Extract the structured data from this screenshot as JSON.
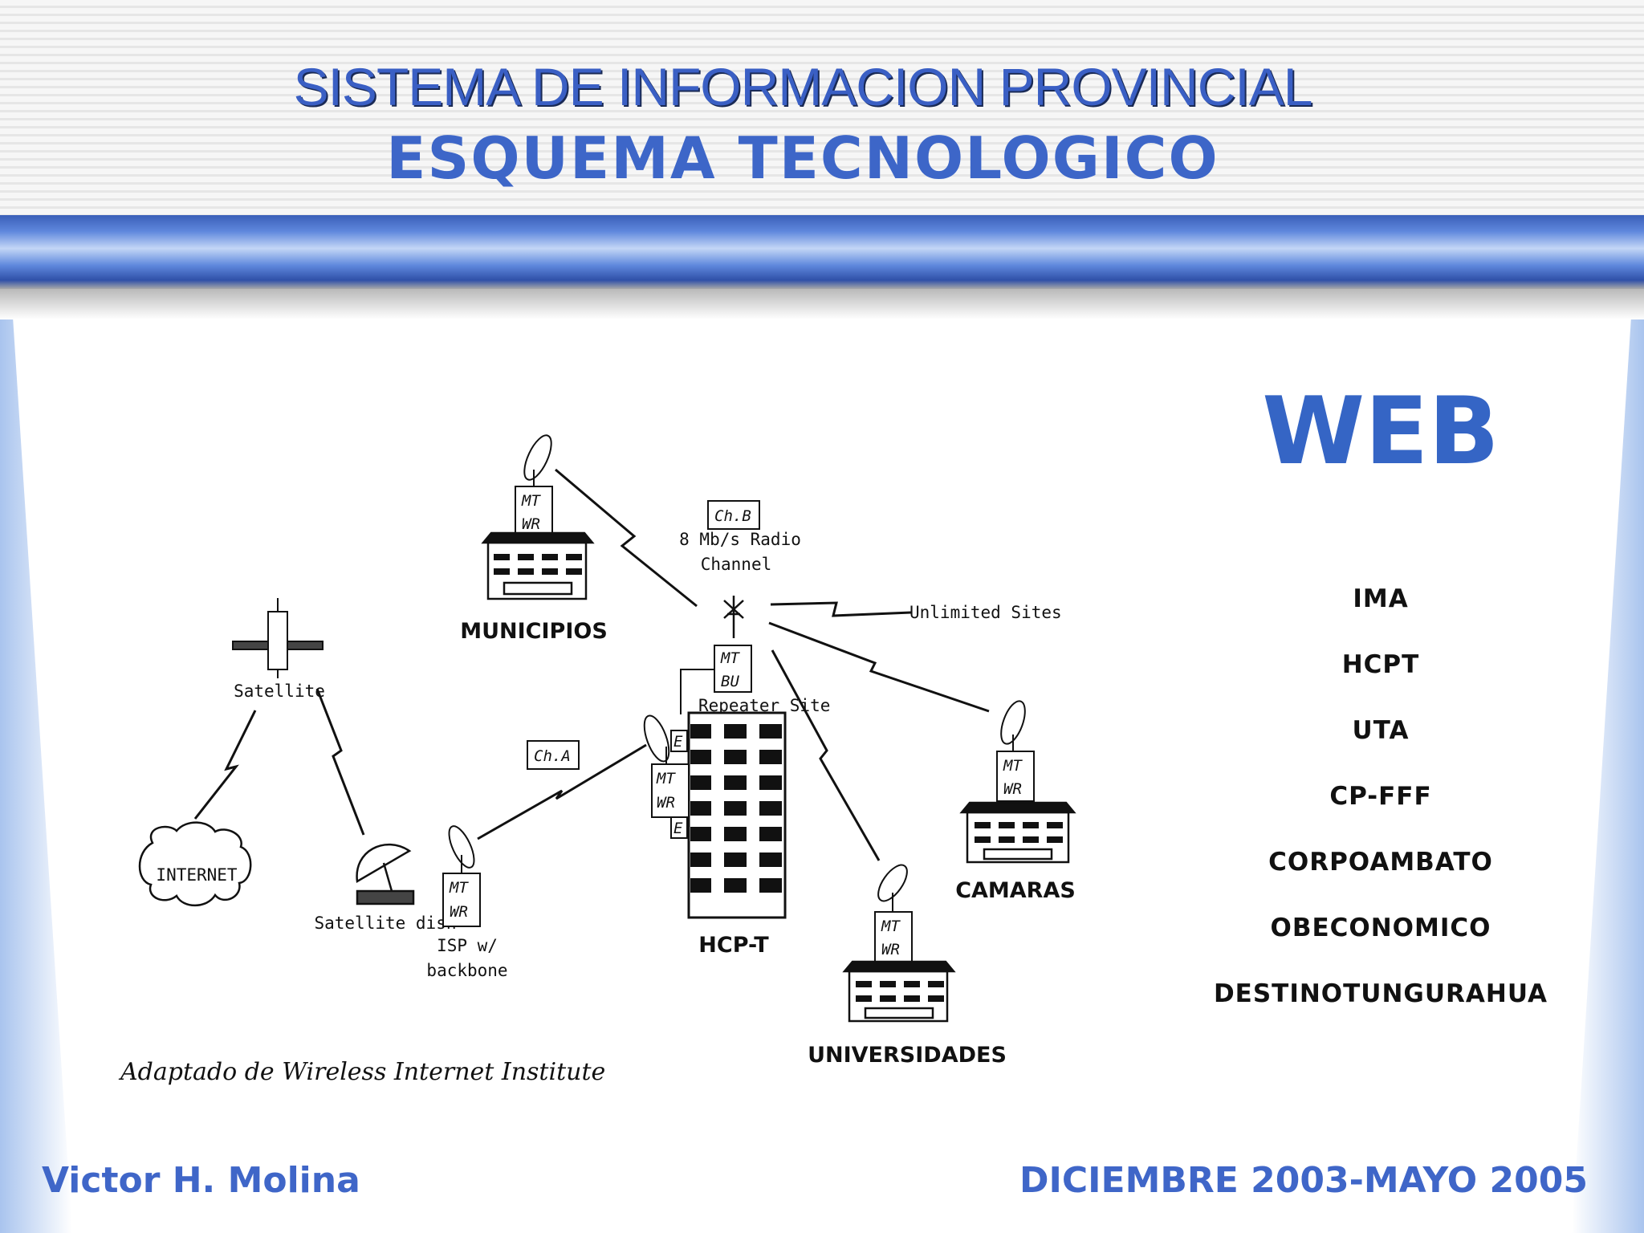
{
  "header": {
    "title": "SISTEMA DE INFORMACION PROVINCIAL",
    "subtitle": "ESQUEMA TECNOLOGICO"
  },
  "web_panel": {
    "heading": "WEB",
    "sites": [
      "IMA",
      "HCPT",
      "UTA",
      "CP-FFF",
      "CORPOAMBATO",
      "OBECONOMICO",
      "DESTINOTUNGURAHUA"
    ]
  },
  "diagram": {
    "satellite": "Satellite",
    "internet": "INTERNET",
    "satellite_dish": "Satellite dish",
    "isp_line1": "ISP w/",
    "isp_line2": "backbone",
    "ch_a": "Ch.A",
    "ch_b": "Ch.B",
    "radio_line1": "8 Mb/s Radio",
    "radio_line2": "Channel",
    "unlimited": "Unlimited Sites",
    "repeater": "Repeater Site",
    "municipios": "MUNICIPIOS",
    "hcpt": "HCP-T",
    "camaras": "CAMARAS",
    "universidades": "UNIVERSIDADES",
    "mt": "MT",
    "wr": "WR",
    "bu": "BU",
    "e": "E"
  },
  "credit": "Adaptado de Wireless Internet Institute",
  "footer": {
    "author": "Victor H. Molina",
    "date": "DICIEMBRE 2003-MAYO 2005"
  }
}
